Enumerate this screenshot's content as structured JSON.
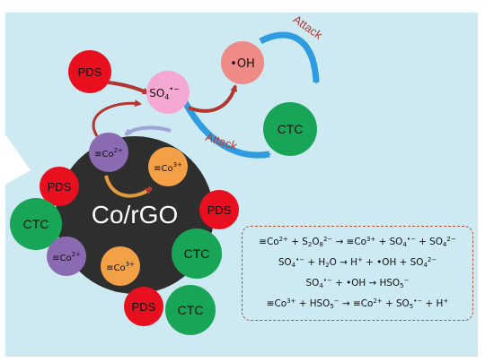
{
  "colors": {
    "background": "#cde9f2",
    "core": "#2e2e2e",
    "pds": "#e8101e",
    "ctc": "#18a558",
    "co2": "#8a6ab0",
    "co3": "#f3a046",
    "so4_radical": "#f4a8d2",
    "oh_radical": "#ef8a86",
    "arrow_blue": "#2f9be0",
    "arrow_red": "#b5362e",
    "attack_text": "#c0392b"
  },
  "labels": {
    "core": "Co/rGO",
    "pds": "PDS",
    "ctc": "CTC",
    "oh": "•OH",
    "attack_top": "Attack",
    "attack_mid": "Attack"
  },
  "equations": [
    {
      "parts": [
        [
          "t",
          "≡Co"
        ],
        [
          "sup",
          "2+"
        ],
        [
          "t",
          " + S"
        ],
        [
          "sub",
          "2"
        ],
        [
          "t",
          "O"
        ],
        [
          "sub",
          "8"
        ],
        [
          "sup",
          "2−"
        ],
        [
          "t",
          " → ≡Co"
        ],
        [
          "sup",
          "3+"
        ],
        [
          "t",
          " + SO"
        ],
        [
          "sub",
          "4"
        ],
        [
          "sup",
          "•−"
        ],
        [
          "t",
          " + SO"
        ],
        [
          "sub",
          "4"
        ],
        [
          "sup",
          "2−"
        ]
      ]
    },
    {
      "parts": [
        [
          "t",
          "SO"
        ],
        [
          "sub",
          "4"
        ],
        [
          "sup",
          "•−"
        ],
        [
          "t",
          " + H"
        ],
        [
          "sub",
          "2"
        ],
        [
          "t",
          "O → H"
        ],
        [
          "sup",
          "+"
        ],
        [
          "t",
          " + •OH + SO"
        ],
        [
          "sub",
          "4"
        ],
        [
          "sup",
          "2−"
        ]
      ]
    },
    {
      "parts": [
        [
          "t",
          "SO"
        ],
        [
          "sub",
          "4"
        ],
        [
          "sup",
          "•−"
        ],
        [
          "t",
          " + •OH → HSO"
        ],
        [
          "sub",
          "5"
        ],
        [
          "sup",
          "−"
        ]
      ]
    },
    {
      "parts": [
        [
          "t",
          "≡Co"
        ],
        [
          "sup",
          "3+"
        ],
        [
          "t",
          " + HSO"
        ],
        [
          "sub",
          "5"
        ],
        [
          "sup",
          "−"
        ],
        [
          "t",
          " → ≡Co"
        ],
        [
          "sup",
          "2+"
        ],
        [
          "t",
          " + SO"
        ],
        [
          "sub",
          "5"
        ],
        [
          "sup",
          "•−"
        ],
        [
          "t",
          " + H"
        ],
        [
          "sup",
          "+"
        ]
      ]
    }
  ]
}
